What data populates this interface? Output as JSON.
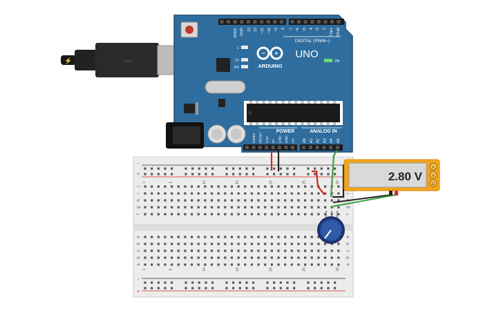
{
  "board": {
    "brand": "ARDUINO",
    "model": "UNO",
    "digital_label": "DIGITAL (PWM~)",
    "power_label": "POWER",
    "analog_label": "ANALOG IN",
    "on_label": "ON",
    "led_l": "L",
    "led_tx": "TX",
    "led_rx": "RX",
    "digital_pins": [
      "AREF",
      "GND",
      "13",
      "12",
      "~11",
      "~10",
      "~9",
      "8",
      "7",
      "~6",
      "~5",
      "4",
      "~3",
      "2",
      "TX▸1",
      "RX◂0"
    ],
    "power_pins": [
      "IOREF",
      "RESET",
      "3.3V",
      "5V",
      "GND",
      "GND",
      "Vin"
    ],
    "analog_pins": [
      "A0",
      "A1",
      "A2",
      "A3",
      "A4",
      "A5"
    ]
  },
  "multimeter": {
    "reading": "2.80 V",
    "modes": [
      "A",
      "V",
      "Ω"
    ]
  },
  "breadboard": {
    "rail_plus": "+",
    "rail_minus": "-",
    "rows_top": [
      "j",
      "i",
      "h",
      "g",
      "f"
    ],
    "rows_bottom": [
      "e",
      "d",
      "c",
      "b",
      "a"
    ],
    "column_numbers": [
      "1",
      "5",
      "10",
      "15",
      "20",
      "25",
      "30"
    ]
  },
  "colors": {
    "board_blue": "#2f6d9e",
    "multimeter_orange": "#f2a51c",
    "wire_red": "#d9261c",
    "wire_green": "#3aa33a",
    "wire_black": "#222222"
  }
}
